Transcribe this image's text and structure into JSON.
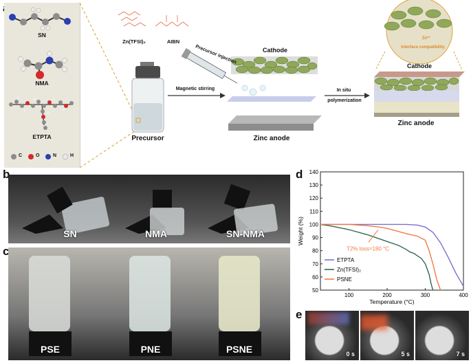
{
  "panel_letters": {
    "a": "a",
    "b": "b",
    "c": "c",
    "d": "d",
    "e": "e"
  },
  "panel_a": {
    "molecules": [
      "SN",
      "NMA",
      "ETPTA"
    ],
    "legend": [
      {
        "symbol": "C",
        "color": "#8c8c8c"
      },
      {
        "symbol": "O",
        "color": "#d42a2a"
      },
      {
        "symbol": "N",
        "color": "#2a3fb0"
      },
      {
        "symbol": "H",
        "color": "#e6e6e6"
      }
    ],
    "salt_label": "Zn(TFSI)₂",
    "initiator_label": "AIBN",
    "precursor_label": "Precursor",
    "magnetic_stirring": "Magnetic stirring",
    "precursor_injection": "Precursor injection",
    "cathode_label": "Cathode",
    "zinc_anode_label": "Zinc anode",
    "in_situ_1": "In situ",
    "in_situ_2": "polymerization",
    "cathode_label_2": "Cathode",
    "zinc_anode_label_2": "Zinc anode",
    "interface_label": "Interface compatibility",
    "zn_ion": "Zn²⁺"
  },
  "panel_b": {
    "captions": [
      "SN",
      "NMA",
      "SN-NMA"
    ]
  },
  "panel_c": {
    "captions": [
      "PSE",
      "PNE",
      "PSNE"
    ]
  },
  "panel_e": {
    "captions": [
      "0 s",
      "5 s",
      "7 s"
    ]
  },
  "chart_data": {
    "type": "line",
    "xlabel": "Temperature (°C)",
    "ylabel": "Weight (%)",
    "xlim": [
      25,
      400
    ],
    "ylim": [
      50,
      140
    ],
    "xticks": [
      100,
      200,
      300,
      400
    ],
    "yticks": [
      50,
      60,
      70,
      80,
      90,
      100,
      110,
      120,
      130,
      140
    ],
    "annotation": "T2% loss=180 °C",
    "annotation_x": 180,
    "series": [
      {
        "name": "ETPTA",
        "color": "#7a6fd0",
        "x": [
          25,
          100,
          150,
          200,
          250,
          280,
          300,
          320,
          340,
          360,
          380,
          400
        ],
        "y": [
          100,
          100,
          100,
          100,
          100,
          99.5,
          98,
          94,
          86,
          75,
          63,
          53
        ]
      },
      {
        "name": "Zn(TFSI)₂",
        "color": "#2f6b4f",
        "x": [
          25,
          50,
          100,
          150,
          200,
          230,
          250,
          260,
          270,
          290,
          300,
          310,
          315,
          320
        ],
        "y": [
          100,
          99,
          96,
          92,
          87,
          84,
          81,
          79,
          78,
          74,
          70,
          62,
          55,
          49
        ]
      },
      {
        "name": "PSNE",
        "color": "#f07a45",
        "x": [
          25,
          50,
          100,
          150,
          180,
          200,
          250,
          280,
          300,
          310,
          320,
          330,
          340
        ],
        "y": [
          100,
          100,
          100,
          99,
          98,
          97,
          93,
          91,
          88,
          80,
          70,
          58,
          50
        ]
      }
    ]
  }
}
